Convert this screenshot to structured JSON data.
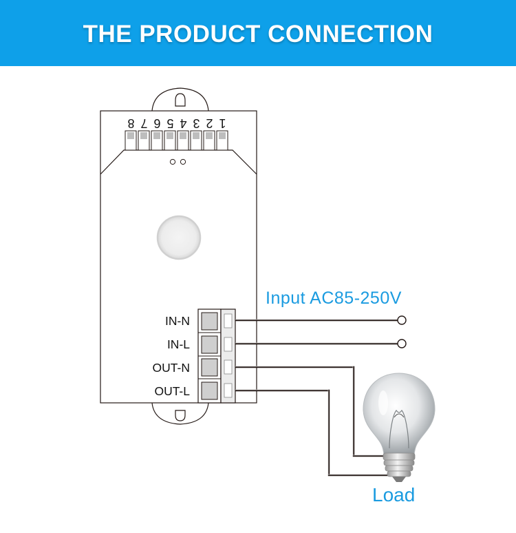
{
  "header": {
    "title": "THE PRODUCT CONNECTION"
  },
  "colors": {
    "banner": "#0ea0e9",
    "accent_text": "#1a9be0",
    "wire": "#231815"
  },
  "dip_switch": {
    "pins": [
      "8",
      "7",
      "6",
      "5",
      "4",
      "3",
      "2",
      "1"
    ]
  },
  "terminals": [
    {
      "label": "IN-N"
    },
    {
      "label": "IN-L"
    },
    {
      "label": "OUT-N"
    },
    {
      "label": "OUT-L"
    }
  ],
  "input_label": "Input AC85-250V",
  "load_label": "Load",
  "icons": {
    "load": "light-bulb-icon",
    "sensor": "sensor-lens-icon"
  }
}
